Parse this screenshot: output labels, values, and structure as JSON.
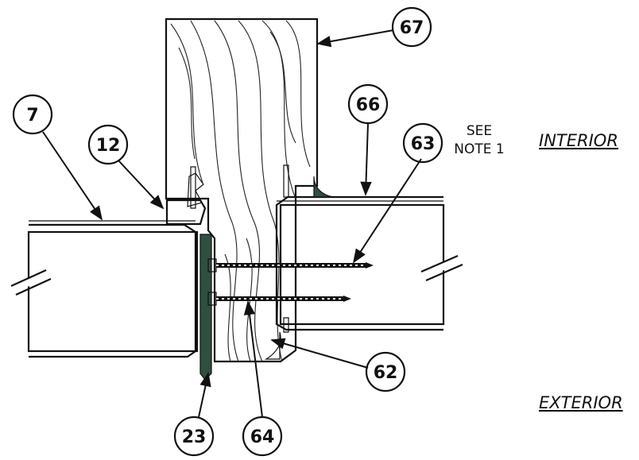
{
  "callouts": {
    "c67": "67",
    "c66": "66",
    "c63": "63",
    "c12": "12",
    "c7": "7",
    "c62": "62",
    "c23": "23",
    "c64": "64"
  },
  "note": {
    "line1": "SEE",
    "line2": "NOTE 1"
  },
  "labels": {
    "interior": "INTERIOR",
    "exterior": "EXTERIOR"
  },
  "colors": {
    "line": "#111111",
    "sealant": "#2f4f3f",
    "gasket": "#bfbfbf"
  }
}
